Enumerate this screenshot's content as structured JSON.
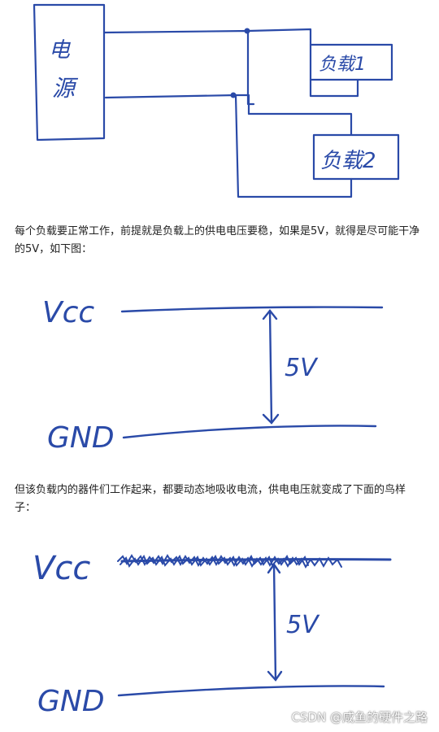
{
  "diagram1": {
    "source_label": "电源",
    "load1_label": "负载1",
    "load2_label": "负载2"
  },
  "paragraph1": "每个负载要正常工作，前提就是负载上的供电电压要稳，如果是5V，就得是尽可能干净的5V，如下图：",
  "diagram2": {
    "vcc_label": "Vcc",
    "gnd_label": "GND",
    "voltage_label": "5V"
  },
  "paragraph2": "但该负载内的器件们工作起来，都要动态地吸收电流，供电电压就变成了下面的鸟样子：",
  "diagram3": {
    "vcc_label": "Vcc",
    "gnd_label": "GND",
    "voltage_label": "5V"
  },
  "watermark": "CSDN @咸鱼的硬件之路",
  "colors": {
    "ink": "#2a4aa8",
    "text": "#222222"
  }
}
